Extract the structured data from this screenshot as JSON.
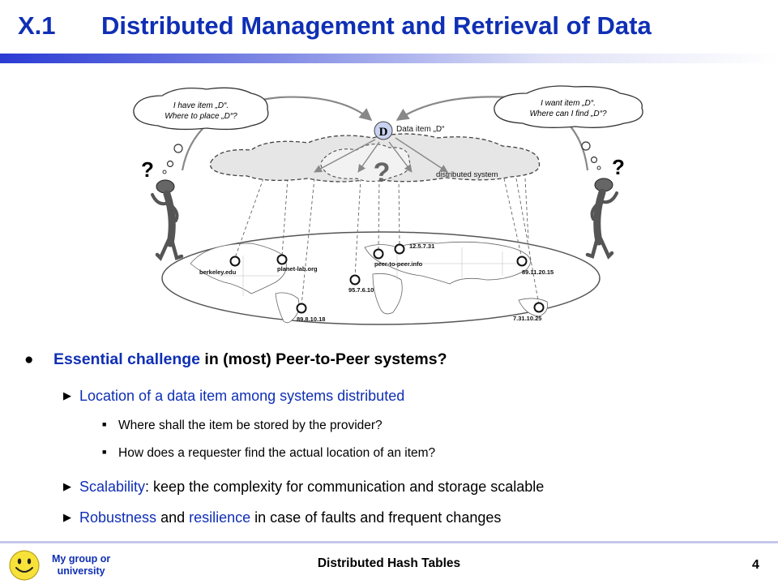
{
  "slide": {
    "number": "X.1",
    "title": "Distributed Management and Retrieval of Data"
  },
  "figure": {
    "left_thought": [
      "I have item „D“.",
      "Where to place „D“?"
    ],
    "right_thought": [
      "I want item „D“.",
      "Where can I find „D“?"
    ],
    "question_mark": "?",
    "data_item_symbol": "D",
    "data_item_label": "Data item „D“",
    "cloud_label": "distributed system",
    "nodes": [
      {
        "label": "berkeley.edu"
      },
      {
        "label": "planet-lab.org"
      },
      {
        "label": "89.8.10.18"
      },
      {
        "label": "95.7.6.10"
      },
      {
        "label": "peer-to-peer.info"
      },
      {
        "label": "12.5.7.31"
      },
      {
        "label": "89.11.20.15"
      },
      {
        "label": "7.31.10.25"
      }
    ]
  },
  "bullets": {
    "main": {
      "accent": "Essential challenge",
      "rest": " in (most) Peer-to-Peer systems?"
    },
    "location": "Location of a data item among systems distributed",
    "where_stored": "Where shall the item be stored by the provider?",
    "how_find": "How does a requester find the actual location of an item?",
    "scalability": {
      "accent": "Scalability",
      "rest": ": keep the complexity for communication and storage scalable"
    },
    "robustness": {
      "accent1": "Robustness",
      "mid": " and ",
      "accent2": "resilience",
      "rest": " in case of faults and frequent changes"
    }
  },
  "footer": {
    "org_line1": "My group or",
    "org_line2": "university",
    "title": "Distributed Hash Tables",
    "page": "4"
  },
  "colors": {
    "accent": "#0f2fb4",
    "footer_line": "#c5c8ec"
  }
}
